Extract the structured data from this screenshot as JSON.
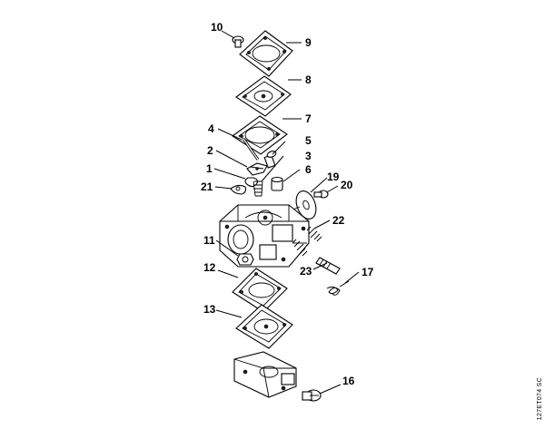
{
  "figure_code": "127ET074 SC",
  "callouts": {
    "c1": "1",
    "c2": "2",
    "c3": "3",
    "c4": "4",
    "c5": "5",
    "c6": "6",
    "c7": "7",
    "c8": "8",
    "c9": "9",
    "c10": "10",
    "c11": "11",
    "c12": "12",
    "c13": "13",
    "c16": "16",
    "c17": "17",
    "c19": "19",
    "c20": "20",
    "c21": "21",
    "c22": "22",
    "c23": "23"
  }
}
